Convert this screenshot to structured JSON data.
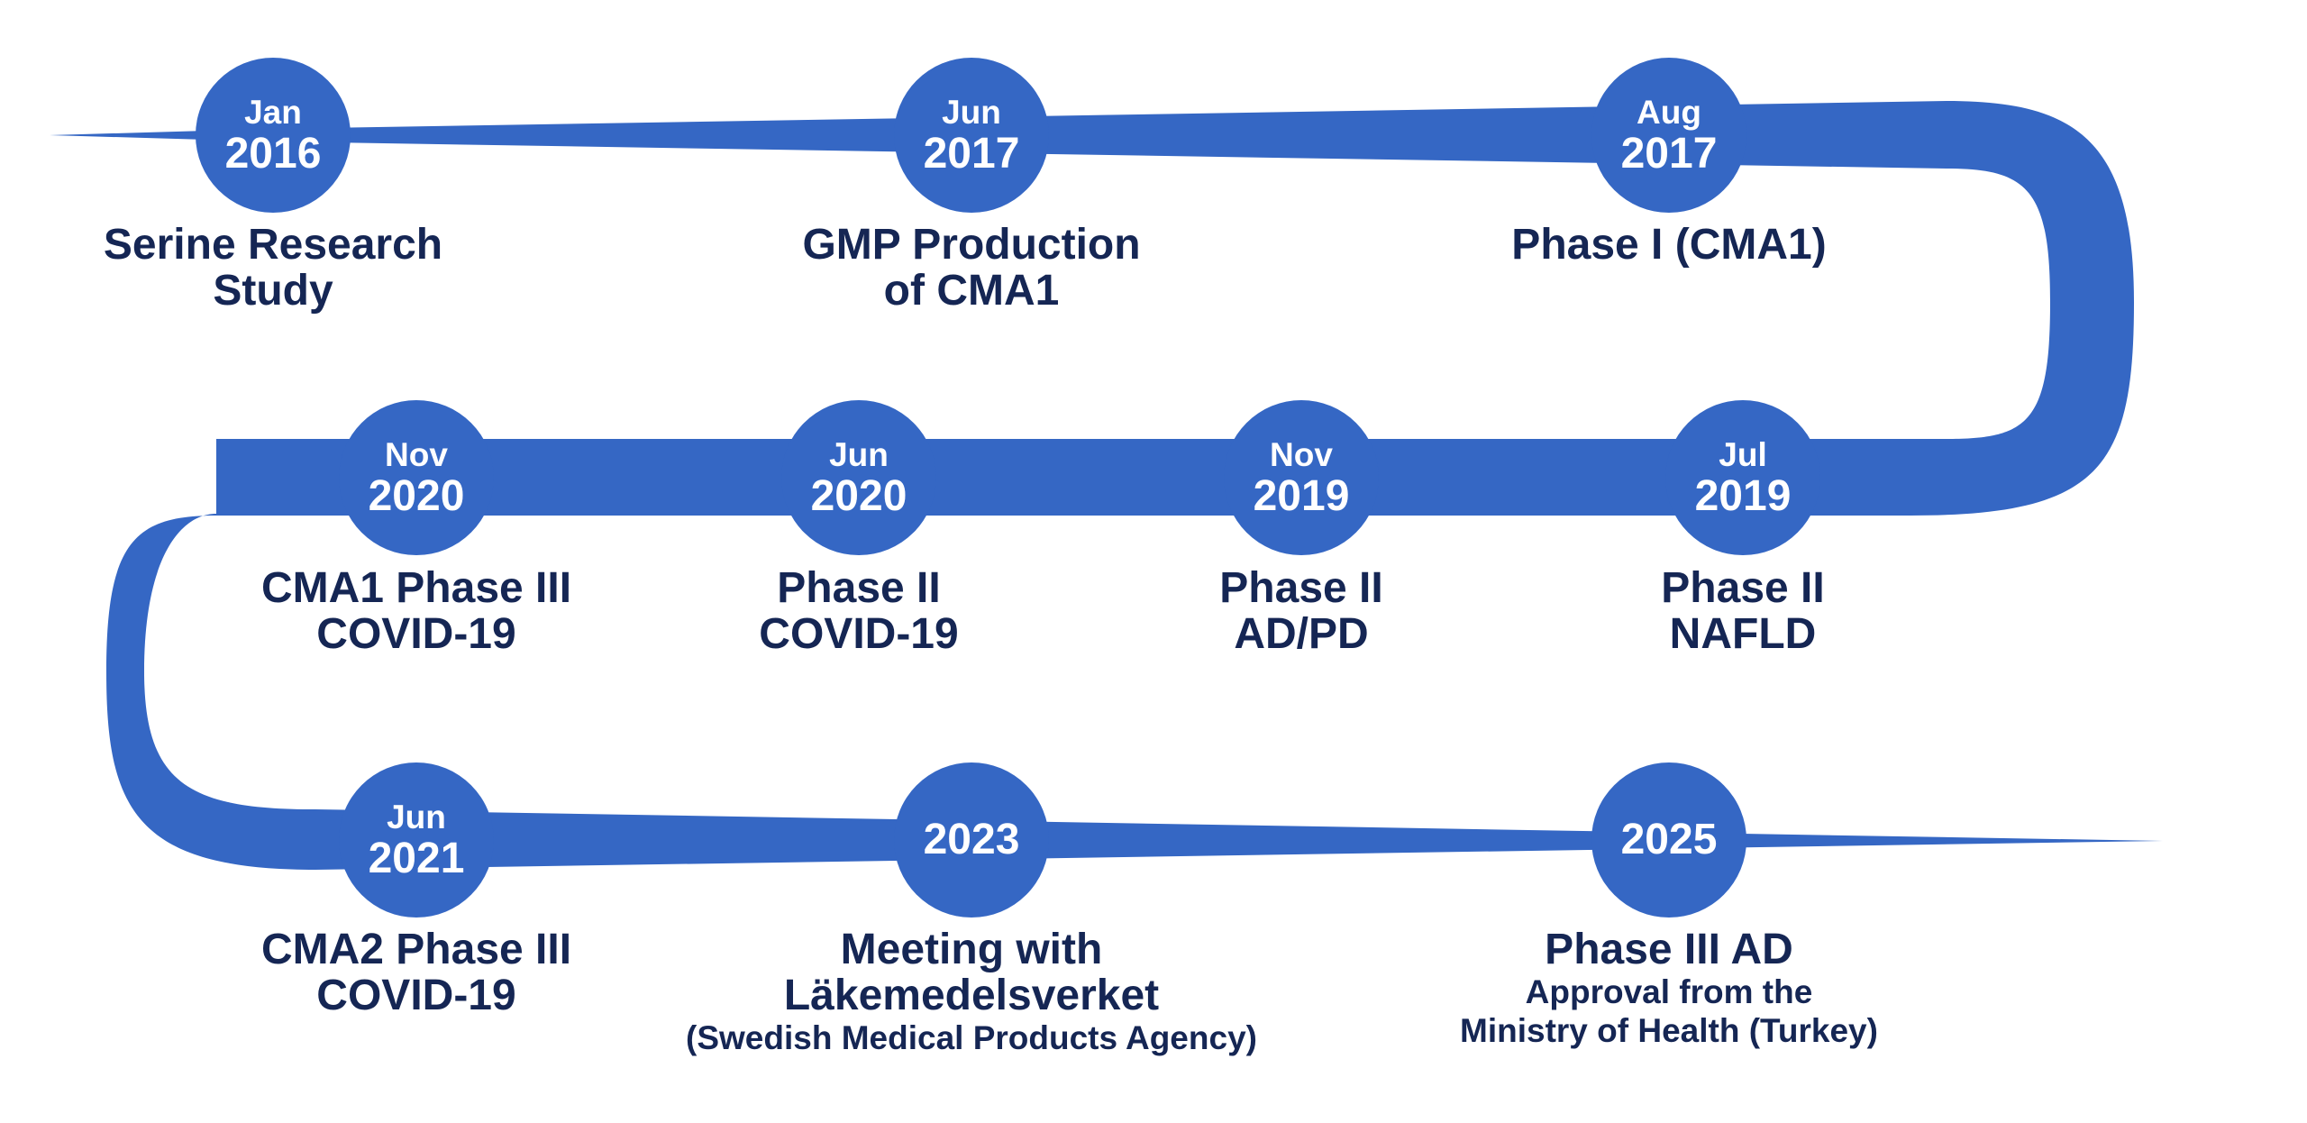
{
  "colors": {
    "timeline": "#3567c4",
    "text": "#152654",
    "circle_text": "#ffffff"
  },
  "milestones": [
    {
      "id": "jan-2016",
      "month": "Jan",
      "year": "2016",
      "lines": [
        "Serine Research",
        "Study"
      ],
      "sub": []
    },
    {
      "id": "jun-2017",
      "month": "Jun",
      "year": "2017",
      "lines": [
        "GMP Production",
        "of CMA1"
      ],
      "sub": []
    },
    {
      "id": "aug-2017",
      "month": "Aug",
      "year": "2017",
      "lines": [
        "Phase I (CMA1)"
      ],
      "sub": []
    },
    {
      "id": "jul-2019",
      "month": "Jul",
      "year": "2019",
      "lines": [
        "Phase II",
        "NAFLD"
      ],
      "sub": []
    },
    {
      "id": "nov-2019",
      "month": "Nov",
      "year": "2019",
      "lines": [
        "Phase II",
        "AD/PD"
      ],
      "sub": []
    },
    {
      "id": "jun-2020",
      "month": "Jun",
      "year": "2020",
      "lines": [
        "Phase II",
        "COVID-19"
      ],
      "sub": []
    },
    {
      "id": "nov-2020",
      "month": "Nov",
      "year": "2020",
      "lines": [
        "CMA1 Phase III",
        "COVID-19"
      ],
      "sub": []
    },
    {
      "id": "jun-2021",
      "month": "Jun",
      "year": "2021",
      "lines": [
        "CMA2 Phase III",
        "COVID-19"
      ],
      "sub": []
    },
    {
      "id": "2023",
      "month": "",
      "year": "2023",
      "lines": [
        "Meeting with",
        "Läkemedelsverket"
      ],
      "sub": [
        "(Swedish Medical Products Agency)"
      ]
    },
    {
      "id": "2025",
      "month": "",
      "year": "2025",
      "lines": [
        "Phase III AD"
      ],
      "sub": [
        "Approval from the",
        "Ministry of Health (Turkey)"
      ]
    }
  ]
}
